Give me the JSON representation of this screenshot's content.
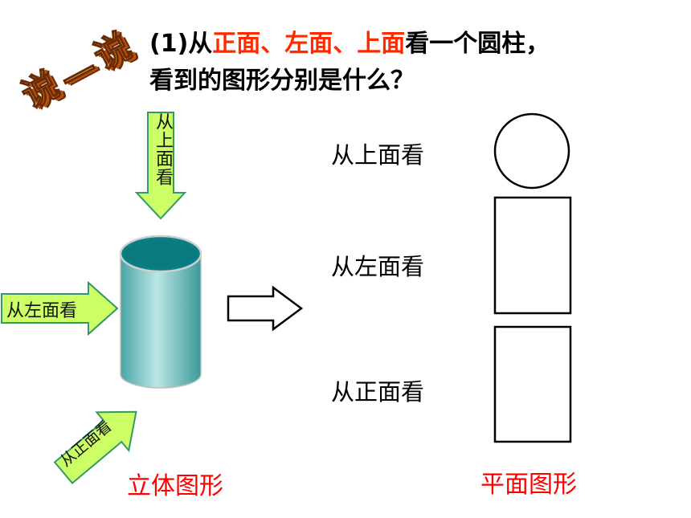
{
  "badge": {
    "chars": [
      "说",
      "一",
      "说"
    ]
  },
  "question": {
    "line1": [
      "(1)从",
      "正面",
      "、",
      "左面",
      "、",
      "上面",
      "看一个圆柱，"
    ],
    "line2": "看到的图形分别是什么？"
  },
  "arrows": {
    "top": "从上面看",
    "left": "从左面看",
    "bottom": "从正面看"
  },
  "views": {
    "top": "从上面看",
    "left": "从左面看",
    "front": "从正面看"
  },
  "captions": {
    "solid": "立体图形",
    "plane": "平面图形"
  },
  "colors": {
    "arrow_fill": "#ccff66",
    "arrow_stroke": "#339966",
    "cylinder_body": "#5fb8b8",
    "cylinder_top": "#0a7a80",
    "highlight": "#ff2a00",
    "caption": "#ff0000"
  }
}
